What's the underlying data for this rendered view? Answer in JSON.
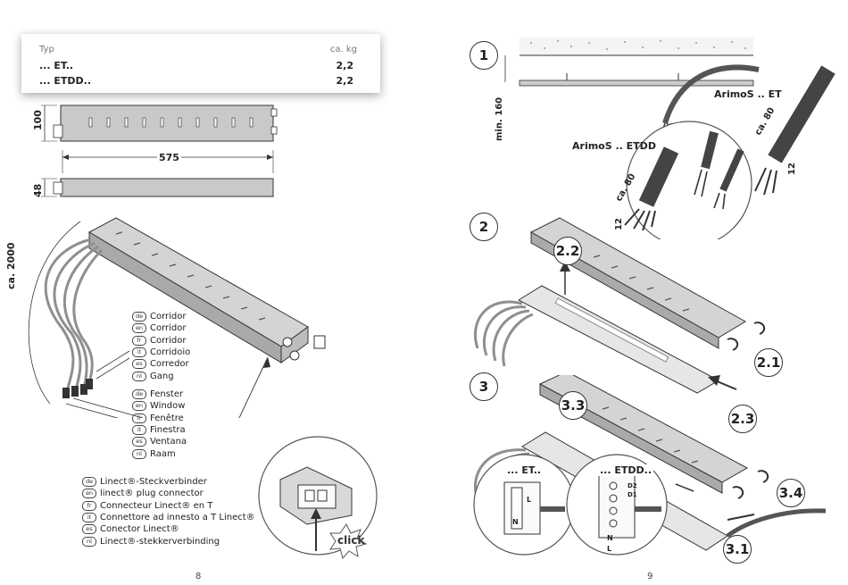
{
  "weight_table": {
    "col_type": "Typ",
    "col_weight": "ca. kg",
    "rows": [
      {
        "type": "... ET..",
        "weight": "2,2"
      },
      {
        "type": "... ETDD..",
        "weight": "2,2"
      }
    ]
  },
  "dims": {
    "height_top": "100",
    "length": "575",
    "height_side": "48",
    "cable_length": "ca. 2000",
    "min_clearance": "min. 160",
    "strip_long_et": "ca. 80",
    "strip_short_et": "12",
    "strip_long_etdd": "ca. 80",
    "strip_short_etdd": "12"
  },
  "corridor_labels": [
    {
      "lang": "de",
      "text": "Corridor"
    },
    {
      "lang": "en",
      "text": "Corridor"
    },
    {
      "lang": "fr",
      "text": "Corridor"
    },
    {
      "lang": "it",
      "text": "Corridoio"
    },
    {
      "lang": "es",
      "text": "Corredor"
    },
    {
      "lang": "nl",
      "text": "Gang"
    }
  ],
  "window_labels": [
    {
      "lang": "de",
      "text": "Fenster"
    },
    {
      "lang": "en",
      "text": "Window"
    },
    {
      "lang": "fr",
      "text": "Fenêtre"
    },
    {
      "lang": "it",
      "text": "Finestra"
    },
    {
      "lang": "es",
      "text": "Ventana"
    },
    {
      "lang": "nl",
      "text": "Raam"
    }
  ],
  "connector_labels": [
    {
      "lang": "de",
      "text": "Linect®-Steckverbinder"
    },
    {
      "lang": "en",
      "text": "linect® plug connector"
    },
    {
      "lang": "fr",
      "text": "Connecteur Linect® en T"
    },
    {
      "lang": "it",
      "text": "Connettore ad innesto a T Linect®"
    },
    {
      "lang": "es",
      "text": "Conector Linect®"
    },
    {
      "lang": "nl",
      "text": "Linect®-stekkerverbinding"
    }
  ],
  "click_label": "click",
  "steps": {
    "s1": "1",
    "s2": "2",
    "s3": "3",
    "s21": "2.1",
    "s22": "2.2",
    "s23": "2.3",
    "s31": "3.1",
    "s33": "3.3",
    "s34": "3.4"
  },
  "product_labels": {
    "et": "ArimoS .. ET",
    "etdd": "ArimoS .. ETDD"
  },
  "detail_labels": {
    "et": "... ET..",
    "etdd": "... ETDD.."
  },
  "terminal_labels": {
    "n": "N",
    "l": "L",
    "d1": "D1",
    "d2": "D2"
  },
  "page_numbers": {
    "left": "8",
    "right": "9"
  },
  "colors": {
    "housing": "#c9c9c9",
    "housing_dark": "#9a9a9a",
    "outline": "#333333",
    "cable": "#8f8f8f"
  }
}
